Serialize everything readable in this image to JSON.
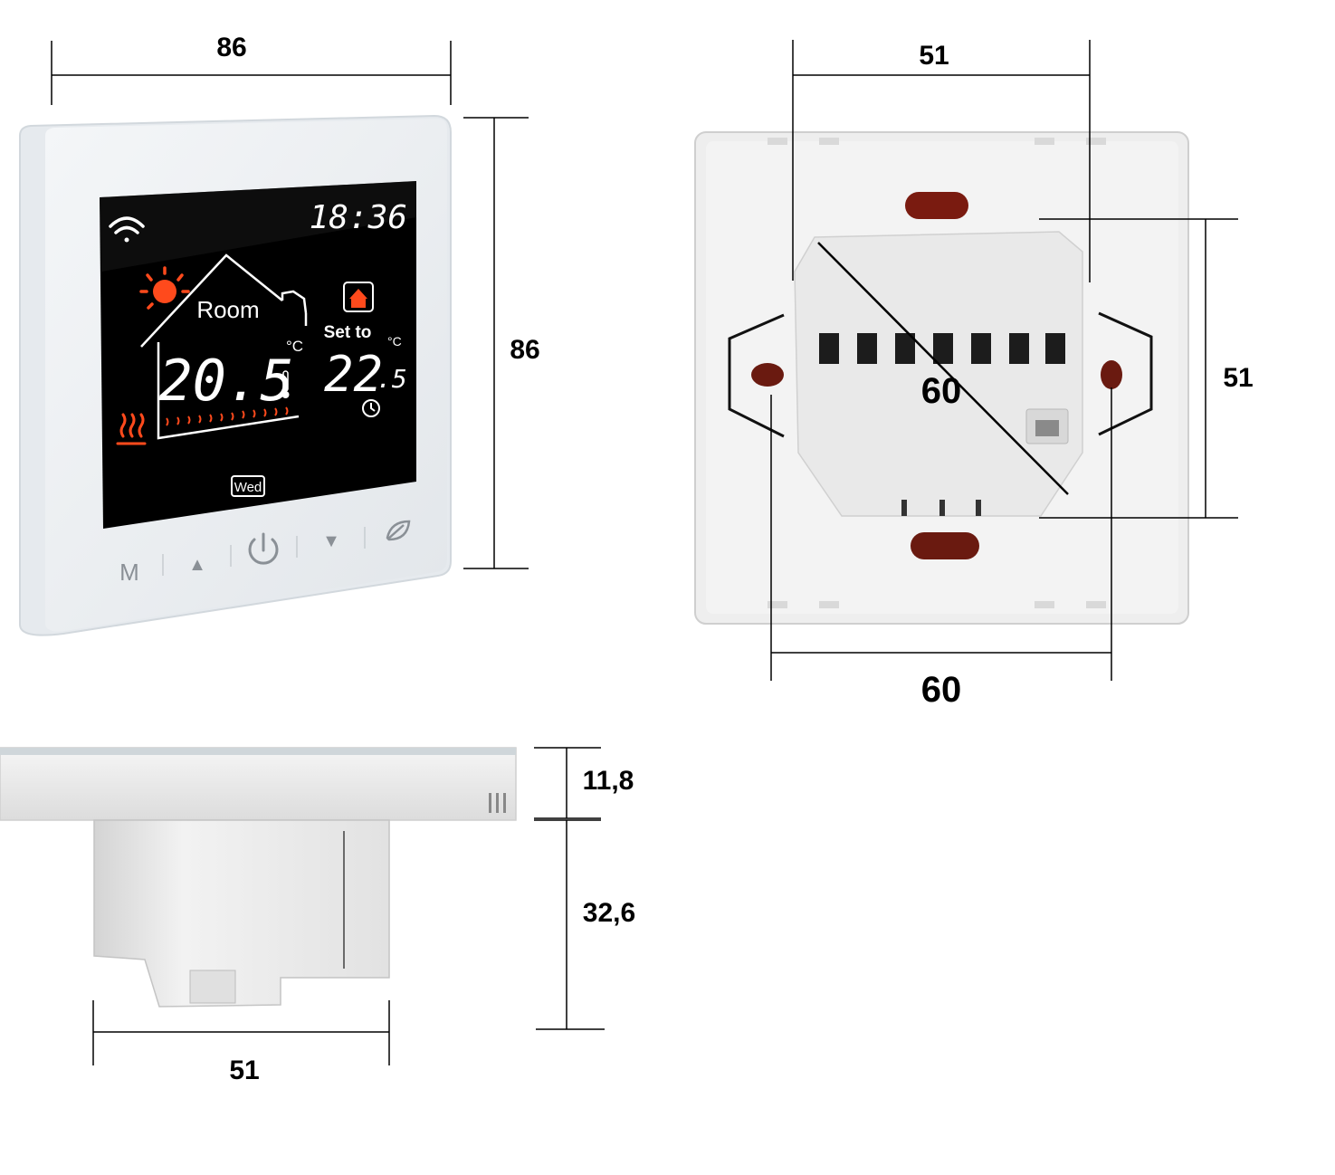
{
  "front_view": {
    "width_label": "86",
    "height_label": "86",
    "display": {
      "time": "18:36",
      "room_label": "Room",
      "room_temp": "20.5",
      "room_unit": "°C",
      "set_label": "Set to",
      "set_temp_main": "22",
      "set_temp_decimal": ".5",
      "set_unit": "°C",
      "day": "Wed",
      "colors": {
        "screen": "#000000",
        "accent": "#ff4a1c",
        "text": "#ffffff"
      }
    },
    "buttons": {
      "mode": "M",
      "up": "▲",
      "down": "▼"
    }
  },
  "back_view": {
    "top_label": "51",
    "right_label": "51",
    "diagonal_label": "60",
    "bottom_label": "60"
  },
  "side_view": {
    "panel_thickness_label": "11,8",
    "body_depth_label": "32,6",
    "body_width_label": "51"
  }
}
